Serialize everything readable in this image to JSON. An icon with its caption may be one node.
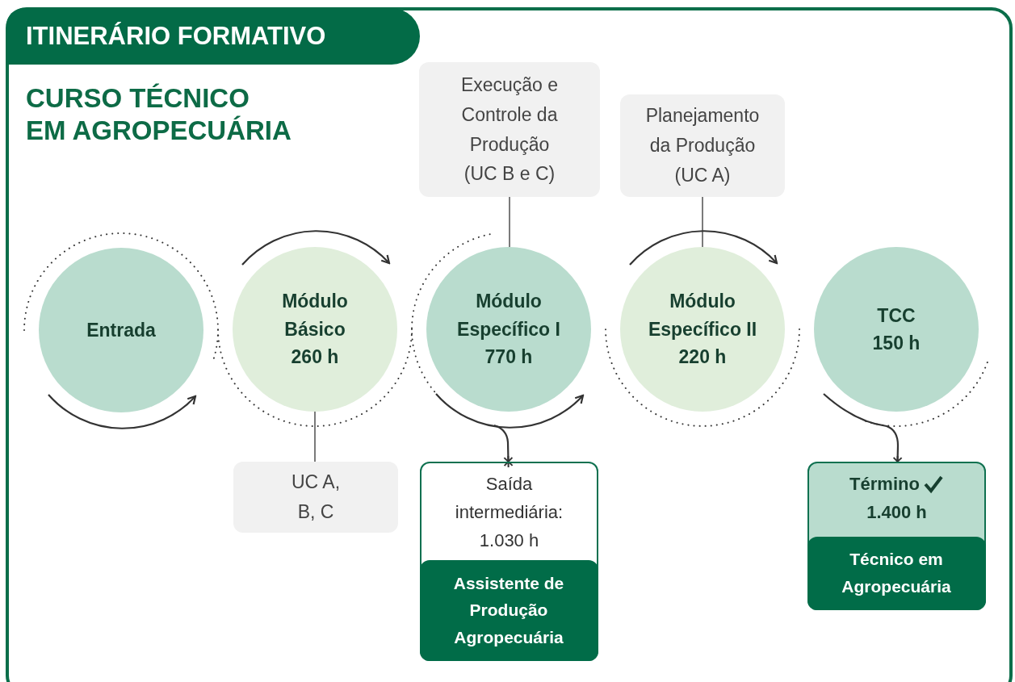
{
  "diagram": {
    "title": "ITINERÁRIO FORMATIVO",
    "nodes": [
      {
        "text": [
          "Entrada"
        ]
      },
      {
        "text": [
          "Módulo Básico",
          "260 h"
        ]
      },
      {
        "text": [
          "Módulo Específico I",
          "770 h"
        ]
      },
      {
        "text": [
          "Módulo Específico II",
          "220 h"
        ]
      },
      {
        "text": [
          "TCC",
          "150 h"
        ]
      },
      {
        "text": [
          "UC A, B, C"
        ]
      },
      {
        "text": [
          "Execução e Controle da Produção (UC B e C)"
        ]
      },
      {
        "text": [
          "Planejamento da Produção (UC A)"
        ]
      },
      {
        "text": [
          "Saída intermediária: 1.030 h"
        ]
      },
      {
        "text": [
          "Assistente de Produção Agropecuária"
        ],
        "in": 8
      },
      {
        "text": [
          "Término",
          "1.400 h"
        ]
      },
      {
        "text": [
          "Técnico em Agropecuária"
        ],
        "in": 10
      }
    ],
    "edges": [
      {
        "from": 1,
        "to": 5,
        "arrow": "none"
      },
      {
        "from": 6,
        "to": 2,
        "arrow": "none"
      },
      {
        "from": 7,
        "to": 3,
        "arrow": "none"
      },
      {
        "from": 2,
        "to": 8,
        "arrow": "other"
      },
      {
        "from": 4,
        "to": 10,
        "arrow": "other"
      }
    ],
    "labels": [
      "CURSO TÉCNICO EM AGROPECUÁRIA"
    ]
  }
}
